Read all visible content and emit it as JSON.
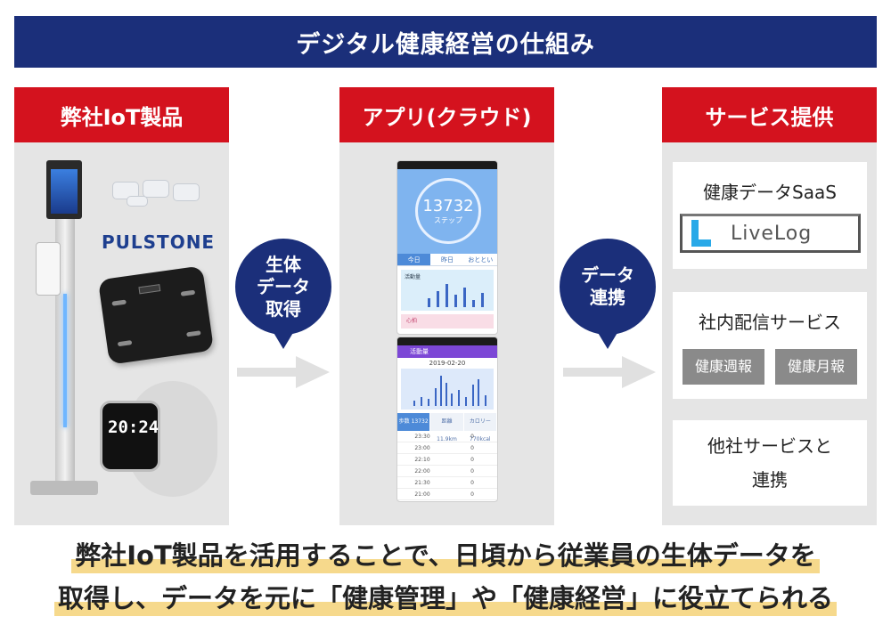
{
  "header": {
    "title": "デジタル健康経営の仕組み"
  },
  "columns": {
    "products": {
      "title": "弊社IoT製品",
      "brand": "PULSTONE",
      "watch_time": "20:24"
    },
    "app": {
      "title": "アプリ(クラウド)",
      "phone1": {
        "steps": "13732",
        "unit": "ステップ",
        "tabs": [
          "今日",
          "昨日",
          "おととい"
        ],
        "activity_label": "活動量",
        "heart_label": "心拍"
      },
      "phone2": {
        "header": "活動量",
        "date": "2019-02-20",
        "stats": [
          "歩数 13732",
          "距離 11.9km",
          "カロリー 770kcal"
        ],
        "rows": [
          {
            "time": "23:30",
            "value": "0"
          },
          {
            "time": "23:00",
            "value": "0"
          },
          {
            "time": "22:10",
            "value": "0"
          },
          {
            "time": "22:00",
            "value": "0"
          },
          {
            "time": "21:30",
            "value": "0"
          },
          {
            "time": "21:00",
            "value": "0"
          }
        ]
      }
    },
    "services": {
      "title": "サービス提供",
      "saas": {
        "title": "健康データSaaS",
        "logo_text": "LiveLog"
      },
      "internal": {
        "title": "社内配信サービス",
        "weekly": "健康週報",
        "monthly": "健康月報"
      },
      "partner": {
        "line1": "他社サービスと",
        "line2": "連携"
      }
    }
  },
  "flow": {
    "bubble1": [
      "生体",
      "データ",
      "取得"
    ],
    "bubble2": [
      "データ",
      "連携"
    ]
  },
  "caption": {
    "line1": "弊社IoT製品を活用することで、日頃から従業員の生体データを",
    "line2": "取得し、データを元に「健康管理」や「健康経営」に役立てられる"
  },
  "colors": {
    "navy": "#1b2f7a",
    "red": "#d4121e",
    "panel": "#e5e5e5",
    "highlight": "#f6d98c"
  }
}
